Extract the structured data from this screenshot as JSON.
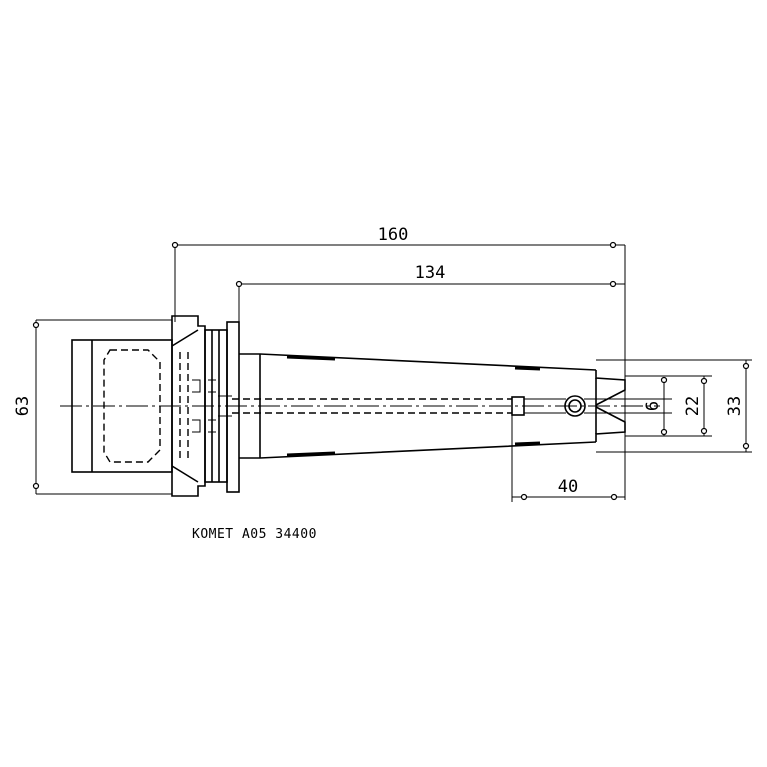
{
  "drawing": {
    "dimensions": {
      "overall_length": "160",
      "shank_length": "134",
      "flange_diameter": "63",
      "bore_diameter": "6",
      "inner_diameter": "22",
      "outer_diameter": "33",
      "clamp_length": "40"
    },
    "part_code": "KOMET A05 34400",
    "colors": {
      "line": "#000000",
      "background": "#ffffff"
    }
  }
}
